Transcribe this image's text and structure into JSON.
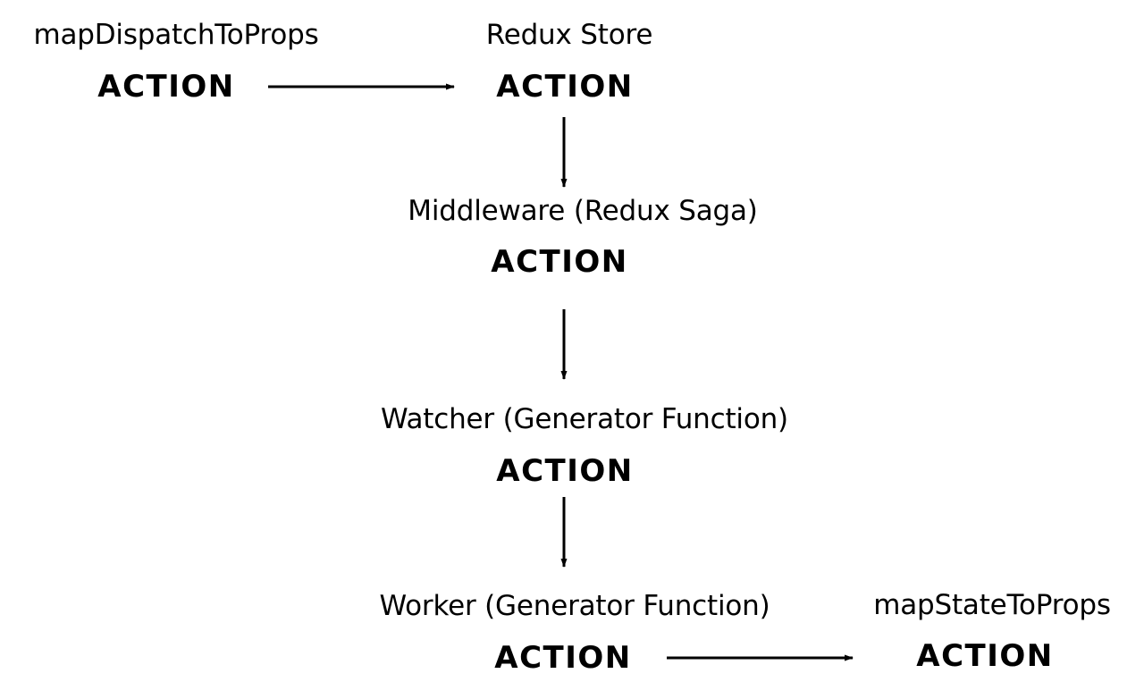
{
  "nodes": {
    "dispatch": {
      "label": "mapDispatchToProps",
      "action": "ACTION"
    },
    "store": {
      "label": "Redux Store",
      "action": "ACTION"
    },
    "middleware": {
      "label": "Middleware (Redux Saga)",
      "action": "ACTION"
    },
    "watcher": {
      "label": "Watcher (Generator Function)",
      "action": "ACTION"
    },
    "worker": {
      "label": "Worker (Generator Function)",
      "action": "ACTION"
    },
    "state": {
      "label": "mapStateToProps",
      "action": "ACTION"
    }
  },
  "edges": [
    {
      "from": "dispatch",
      "to": "store"
    },
    {
      "from": "store",
      "to": "middleware"
    },
    {
      "from": "middleware",
      "to": "watcher"
    },
    {
      "from": "watcher",
      "to": "worker"
    },
    {
      "from": "worker",
      "to": "state"
    }
  ]
}
